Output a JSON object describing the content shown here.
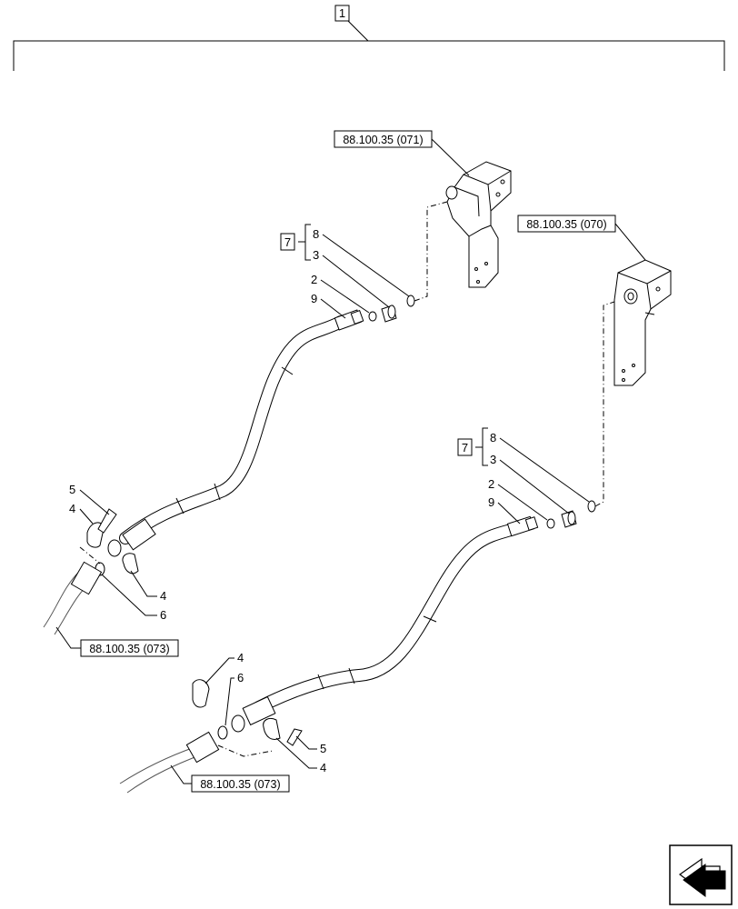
{
  "assembly": {
    "label": "1"
  },
  "group_refs": {
    "upper": "7",
    "lower": "7"
  },
  "callouts": {
    "upper": {
      "oring_8": "8",
      "adapter_3": "3",
      "oring_2": "2",
      "hose_9": "9",
      "bolt_5": "5",
      "clamp_4a": "4",
      "clamp_4b": "4",
      "oring_6": "6"
    },
    "lower": {
      "oring_8": "8",
      "adapter_3": "3",
      "oring_2": "2",
      "hose_9": "9",
      "clamp_4a": "4",
      "oring_6": "6",
      "bolt_5": "5",
      "clamp_4b": "4"
    }
  },
  "references": {
    "upper_valve": "88.100.35 (071)",
    "lower_valve": "88.100.35 (070)",
    "upper_tube": "88.100.35 (073)",
    "lower_tube": "88.100.35 (073)"
  },
  "icons": {
    "nav": "next-page-arrow-icon"
  }
}
